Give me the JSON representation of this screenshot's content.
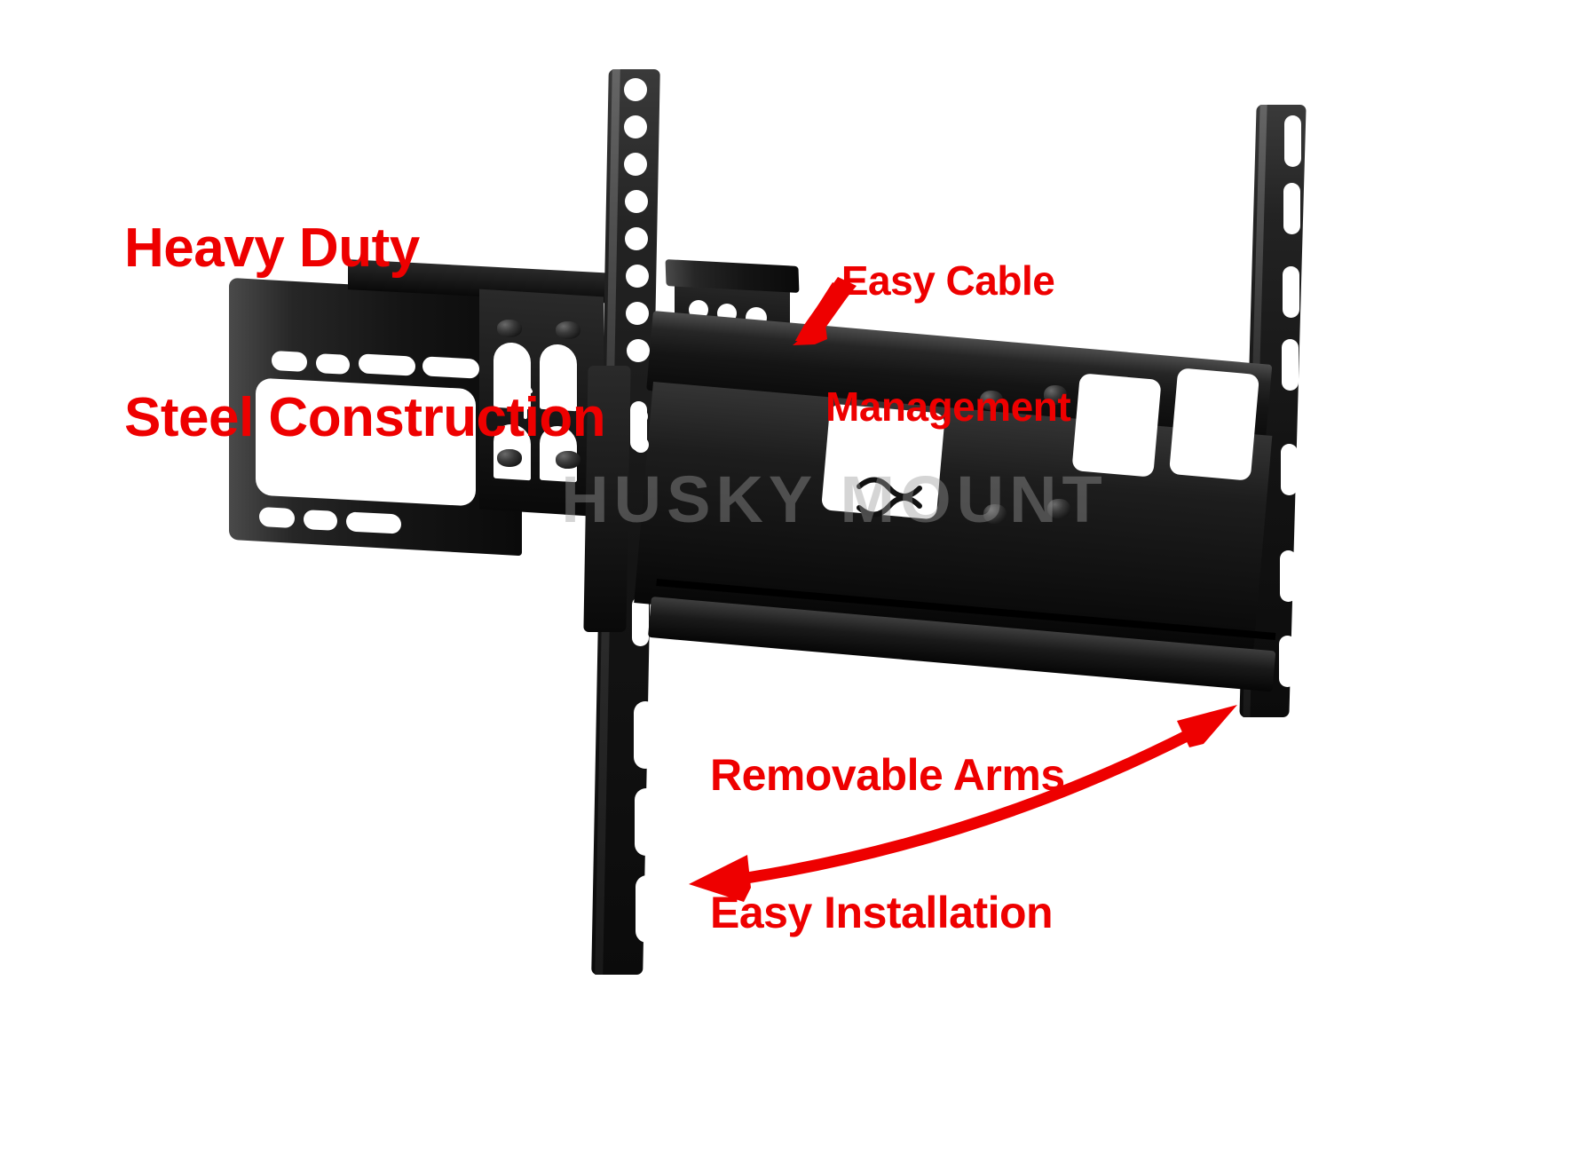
{
  "image": {
    "background_color": "#ffffff",
    "product": "articulating full-motion TV wall mount bracket",
    "product_color": "#111111"
  },
  "watermark": {
    "text": "HUSKY MOUNT",
    "color": "#9a9a9a"
  },
  "annotations": {
    "accent_color": "#ee0000",
    "heavy_duty": {
      "line1": "Heavy Duty",
      "line2": "Steel Construction"
    },
    "cable": {
      "line1": "Easy Cable",
      "line2": "Management"
    },
    "arms": {
      "line1": "Removable Arms",
      "line2": "Easy Installation"
    }
  },
  "arrows": {
    "cable_arrow": {
      "label": "cable-management-arrow",
      "direction": "down-left",
      "color": "#ee0000"
    },
    "span_arrow": {
      "label": "removable-arms-span-arrow",
      "direction": "double-headed",
      "color": "#ee0000"
    }
  }
}
